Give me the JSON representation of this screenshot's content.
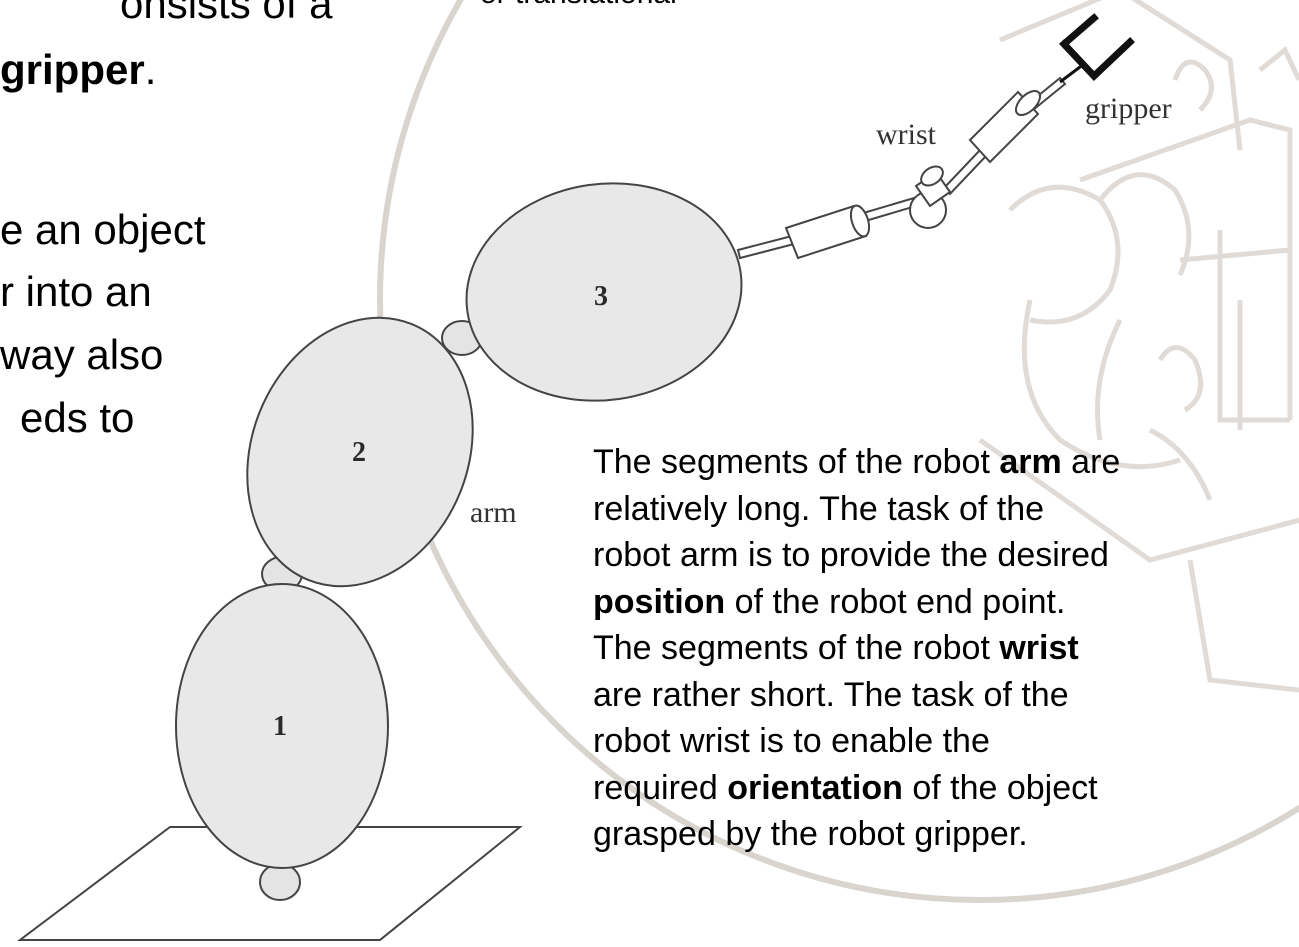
{
  "left_text_fragments": {
    "line1": "onsists of a",
    "line2_bold": "gripper",
    "line2_tail": ".",
    "line3": "e an object",
    "line4": "r into an",
    "line5": "way also",
    "line6": "eds to"
  },
  "top_fragment": "or translational",
  "diagram": {
    "labels": {
      "gripper": "gripper",
      "wrist": "wrist",
      "arm": "arm"
    },
    "segments": [
      "1",
      "2",
      "3"
    ]
  },
  "description": {
    "l1_a": "The segments of the robot ",
    "l1_b": "arm",
    "l1_c": " are",
    "l2": "relatively long. The task of the",
    "l3": "robot arm is to provide the desired",
    "l4_a": "position",
    "l4_b": " of the robot end point.",
    "l5_a": "The segments of the robot ",
    "l5_b": "wrist",
    "l6": "are rather short. The task of the",
    "l7": "robot wrist is to enable the",
    "l8_a": "required ",
    "l8_b": "orientation",
    "l8_c": " of the object",
    "l9": "grasped by the robot gripper."
  },
  "colors": {
    "segment_fill": "#e8e8e8",
    "seal": "#cdc6bf"
  }
}
